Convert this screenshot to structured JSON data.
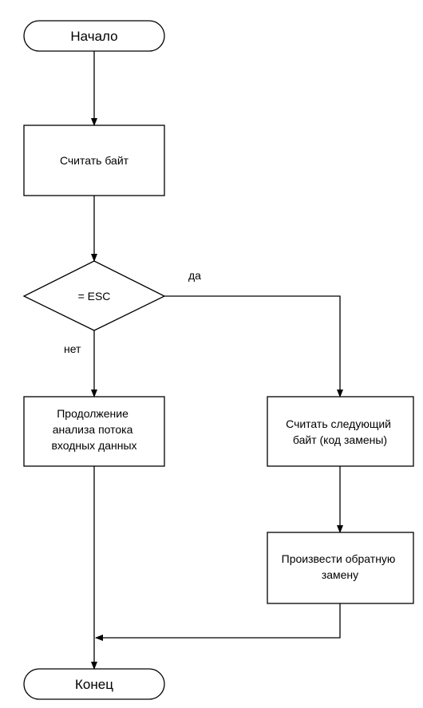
{
  "diagram": {
    "type": "flowchart",
    "nodes": {
      "start": {
        "kind": "terminal",
        "lines": [
          "Начало"
        ]
      },
      "read_byte": {
        "kind": "process",
        "lines": [
          "Считать байт"
        ]
      },
      "decision": {
        "kind": "decision",
        "lines": [
          "= ESC"
        ]
      },
      "continue": {
        "kind": "process",
        "lines": [
          "Продолжение",
          "анализа потока",
          "входных данных"
        ]
      },
      "read_next": {
        "kind": "process",
        "lines": [
          "Считать следующий",
          "байт (код замены)"
        ]
      },
      "replace": {
        "kind": "process",
        "lines": [
          "Произвести обратную",
          "замену"
        ]
      },
      "end": {
        "kind": "terminal",
        "lines": [
          "Конец"
        ]
      }
    },
    "edges": [
      {
        "from": "start",
        "to": "read_byte"
      },
      {
        "from": "read_byte",
        "to": "decision"
      },
      {
        "from": "decision",
        "to": "continue",
        "label": "нет"
      },
      {
        "from": "decision",
        "to": "read_next",
        "label": "да"
      },
      {
        "from": "read_next",
        "to": "replace"
      },
      {
        "from": "replace",
        "to": "end"
      },
      {
        "from": "continue",
        "to": "end"
      }
    ],
    "branch_labels": {
      "yes": "да",
      "no": "нет"
    },
    "colors": {
      "stroke": "#000000",
      "fill": "#ffffff",
      "text": "#000000"
    }
  }
}
